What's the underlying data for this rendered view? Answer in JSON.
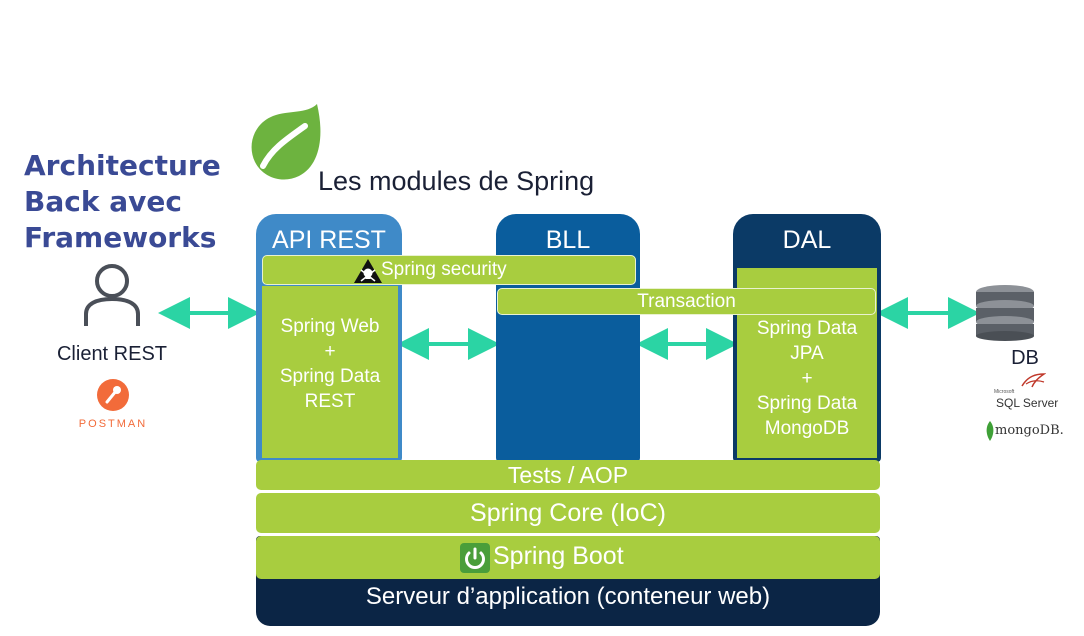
{
  "title": {
    "lines": [
      "Architecture",
      "Back avec",
      "Frameworks"
    ]
  },
  "subtitle": "Les modules de Spring",
  "client": {
    "label": "Client REST",
    "tool": "POSTMAN"
  },
  "columns": {
    "api": {
      "header": "API REST",
      "body": [
        "Spring Web",
        "+",
        "Spring Data",
        "REST"
      ]
    },
    "bll": {
      "header": "BLL"
    },
    "dal": {
      "header": "DAL",
      "body": [
        "Spring Data",
        "JPA",
        "+",
        "Spring Data",
        "MongoDB"
      ]
    }
  },
  "bars": {
    "security": "Spring security",
    "transaction": "Transaction",
    "tests": "Tests / AOP",
    "core": "Spring Core (IoC)",
    "boot": "Spring Boot",
    "server": "Serveur d’application (conteneur web)"
  },
  "db": {
    "label": "DB",
    "sql_small": "Microsoft",
    "sql": "SQL Server",
    "mongo": "mongoDB."
  },
  "colors": {
    "title": "#3a4a95",
    "api_column": "#3f8ac8",
    "bll_column": "#0a5d9d",
    "dal_column": "#0b3a66",
    "green": "#a8cd3f",
    "server": "#0b2545",
    "arrow": "#2bd4a4",
    "postman": "#f26b3a",
    "spring_logo": "#6db33f"
  }
}
